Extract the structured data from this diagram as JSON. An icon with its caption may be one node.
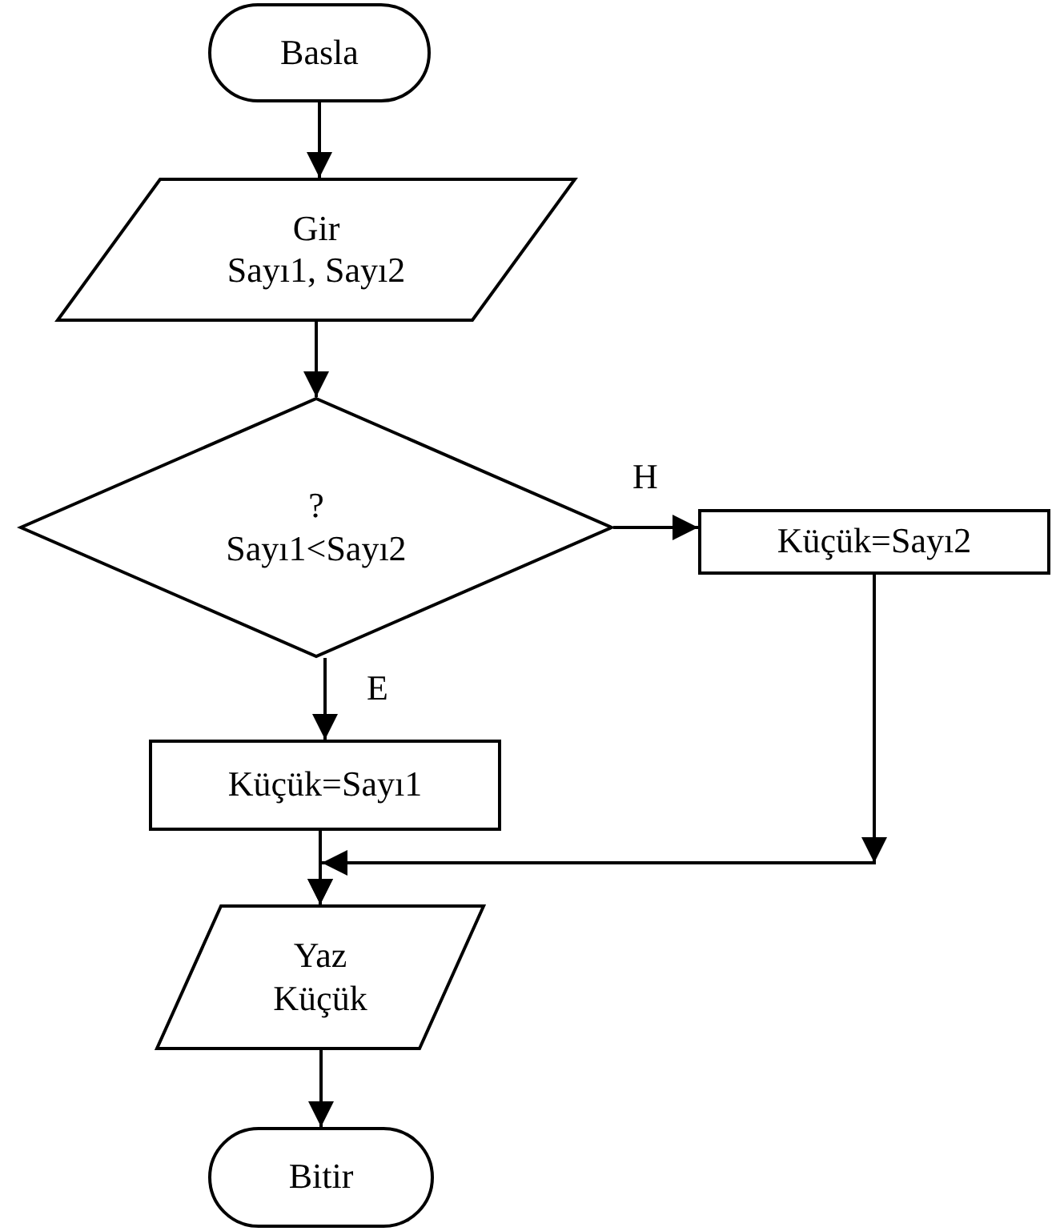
{
  "diagram": {
    "nodes": [
      {
        "text": [
          "Basla"
        ]
      },
      {
        "text": [
          "Gir",
          "Sayı1, Sayı2"
        ]
      },
      {
        "text": [
          "?",
          "Sayı1<Sayı2"
        ]
      },
      {
        "text": [
          "Küçük=Sayı2"
        ]
      },
      {
        "text": [
          "Küçük=Sayı1"
        ]
      },
      {
        "text": [
          "Yaz",
          "Küçük"
        ]
      },
      {
        "text": [
          "Bitir"
        ]
      }
    ],
    "edges": [
      {
        "from": 0,
        "to": 1,
        "arrow": "to"
      },
      {
        "from": 1,
        "to": 2,
        "arrow": "to"
      },
      {
        "from": 2,
        "to": 3,
        "arrow": "to",
        "label": "H"
      },
      {
        "from": 2,
        "to": 4,
        "arrow": "to",
        "label": "E"
      },
      {
        "from": 4,
        "to": 5,
        "arrow": "to"
      },
      {
        "from": 3,
        "to": 5,
        "arrow": "to"
      },
      {
        "from": 5,
        "to": 6,
        "arrow": "to"
      }
    ]
  }
}
